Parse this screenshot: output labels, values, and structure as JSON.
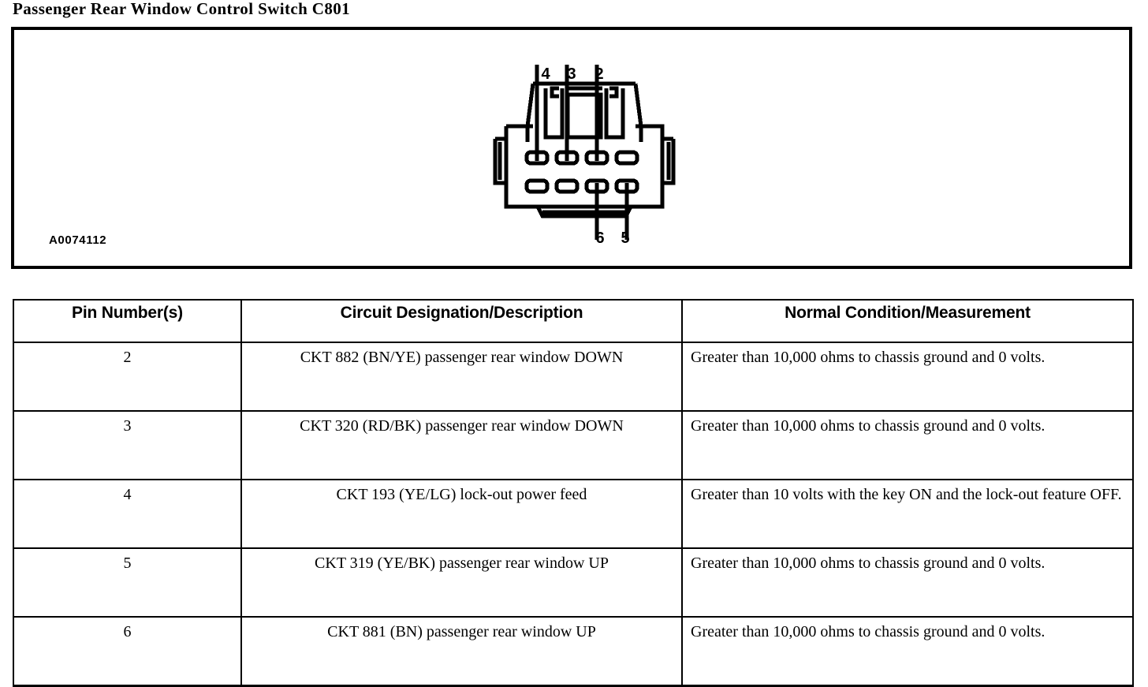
{
  "page_title": "Passenger Rear Window Control Switch C801",
  "diagram": {
    "figure_id": "A0074112",
    "connector_name": "C801",
    "top_pin_labels": [
      "4",
      "3",
      "2"
    ],
    "bottom_pin_labels": [
      "6",
      "5"
    ],
    "top_row_cavities": 4,
    "bottom_row_cavities": 4
  },
  "table": {
    "headers": [
      "Pin Number(s)",
      "Circuit Designation/Description",
      "Normal Condition/Measurement"
    ],
    "rows": [
      {
        "pin": "2",
        "circuit": "CKT 882 (BN/YE) passenger rear window DOWN",
        "measurement": "Greater than 10,000 ohms to chassis ground and 0 volts."
      },
      {
        "pin": "3",
        "circuit": "CKT 320 (RD/BK) passenger rear window DOWN",
        "measurement": "Greater than 10,000 ohms to chassis ground and 0 volts."
      },
      {
        "pin": "4",
        "circuit": "CKT 193 (YE/LG) lock-out power feed",
        "measurement": "Greater than 10 volts with the key ON and the lock-out feature OFF."
      },
      {
        "pin": "5",
        "circuit": "CKT 319 (YE/BK) passenger rear window UP",
        "measurement": "Greater than 10,000 ohms to chassis ground and 0 volts."
      },
      {
        "pin": "6",
        "circuit": "CKT 881 (BN) passenger rear window UP",
        "measurement": "Greater than 10,000 ohms to chassis ground and 0 volts."
      }
    ]
  },
  "colors": {
    "ink": "#000000",
    "paper": "#ffffff"
  }
}
